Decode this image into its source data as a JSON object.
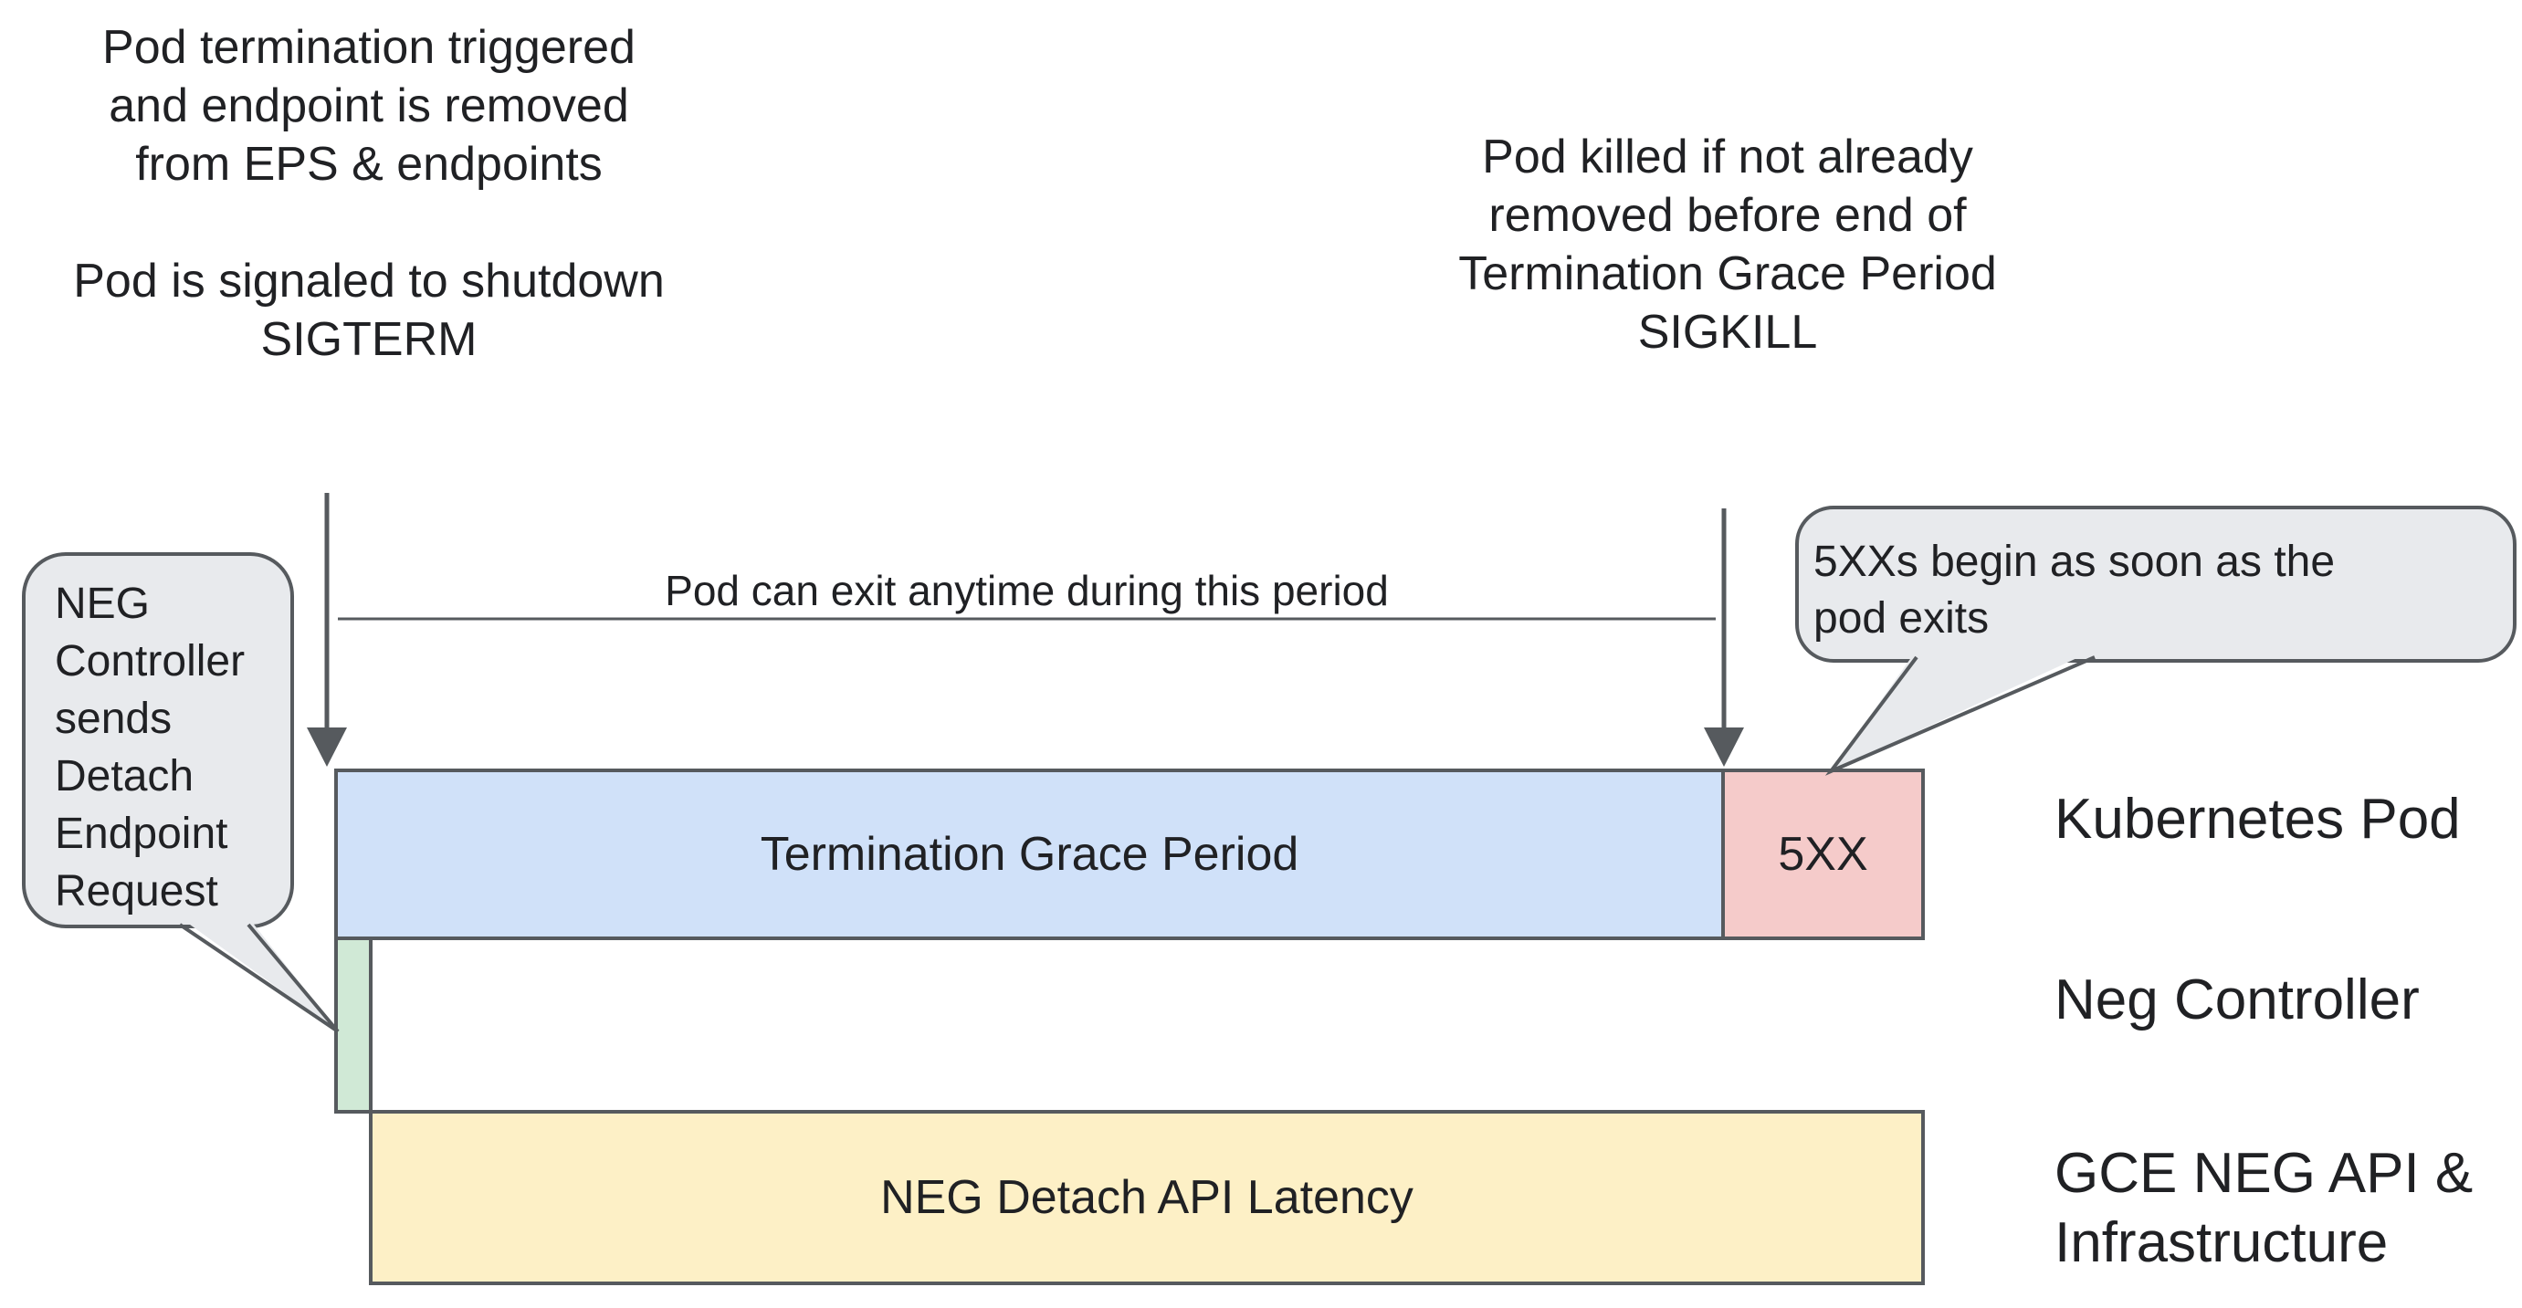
{
  "colors": {
    "bar-blue": "#d0e1f9",
    "bar-red": "#f5cbca",
    "bar-green": "#d0e9d6",
    "bar-yellow": "#fdf0c6",
    "callout-fill": "#e8eaed",
    "line": "#565a5e",
    "text": "#202124"
  },
  "annotations": {
    "pod_termination_note": "Pod termination triggered\nand endpoint is removed\nfrom EPS & endpoints\n\nPod is signaled to shutdown\nSIGTERM",
    "pod_kill_note": "Pod killed if not already\nremoved before end of\nTermination Grace Period\nSIGKILL",
    "exit_period_label": "Pod can exit anytime during this period"
  },
  "callouts": {
    "neg_detach": "NEG\nController\nsends\nDetach\nEndpoint\nRequest",
    "five_xx_begin": "5XXs begin as soon as the\npod exits"
  },
  "bars": {
    "grace_period_label": "Termination Grace Period",
    "error_label": "5XX",
    "neg_latency_label": "NEG Detach API Latency"
  },
  "lanes": {
    "kubernetes_pod": "Kubernetes Pod",
    "neg_controller": "Neg Controller",
    "gce_infra": "GCE NEG API &\nInfrastructure"
  }
}
